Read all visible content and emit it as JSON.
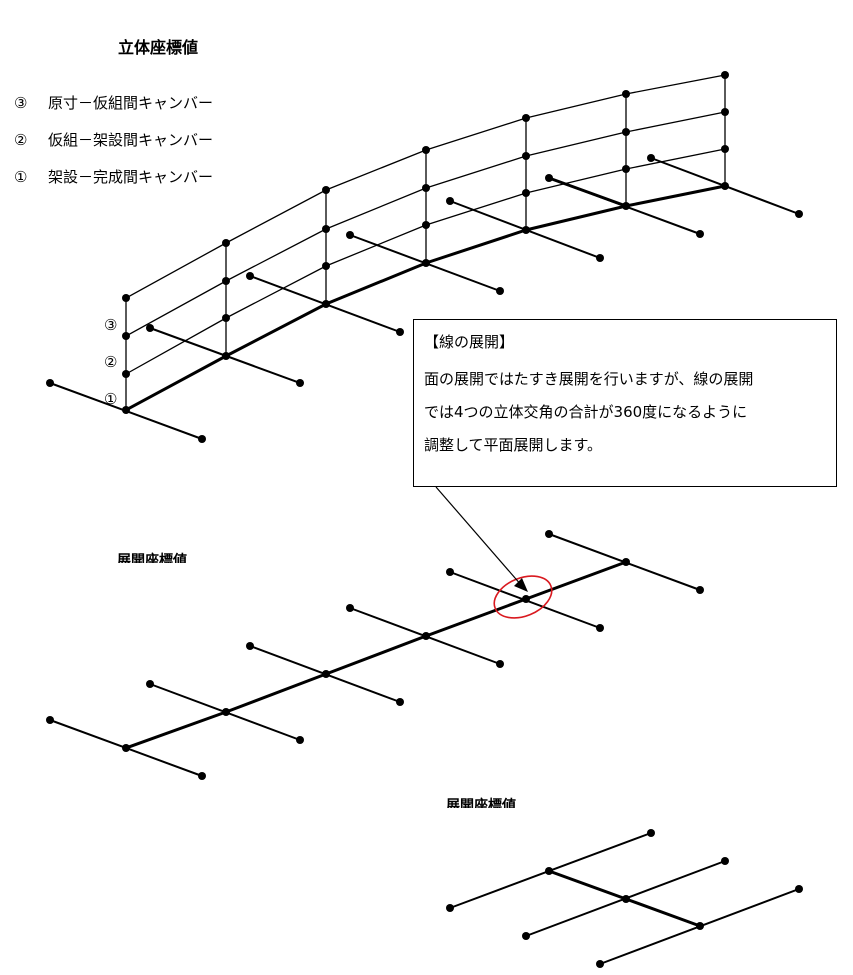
{
  "titles": {
    "solid": "立体座標値",
    "develop1": "展開座標値",
    "develop2": "展開座標値"
  },
  "legend": [
    {
      "mark": "③",
      "text": "原寸－仮組間キャンバー"
    },
    {
      "mark": "②",
      "text": "仮組－架設間キャンバー"
    },
    {
      "mark": "①",
      "text": "架設－完成間キャンバー"
    }
  ],
  "level_marks": [
    "③",
    "②",
    "①"
  ],
  "callout": {
    "heading": "【線の展開】",
    "lines": [
      "面の展開ではたすき展開を行いますが、線の展開",
      "では4つの立体交角の合計が360度になるように",
      "調整して平面展開します。"
    ]
  },
  "colors": {
    "line": "#000000",
    "highlight": "#d9191f"
  }
}
